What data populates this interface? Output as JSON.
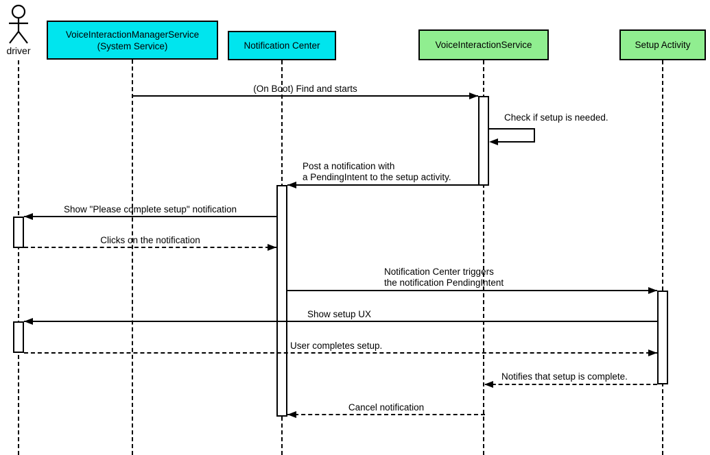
{
  "diagram_type": "uml-sequence-diagram",
  "actor": {
    "label": "driver"
  },
  "participants": [
    {
      "name": "VoiceInteractionManagerService\n(System Service)",
      "fill": "#00E5EE"
    },
    {
      "name": "Notification Center",
      "fill": "#00E5EE"
    },
    {
      "name": "VoiceInteractionService",
      "fill": "#90EE90"
    },
    {
      "name": "Setup Activity",
      "fill": "#90EE90"
    }
  ],
  "colors": {
    "system_participant": "#00E5EE",
    "app_participant": "#90EE90",
    "line": "#000000",
    "background": "#FFFFFF"
  },
  "messages": [
    {
      "text": "(On Boot) Find and starts",
      "from": "VoiceInteractionManagerService (System Service)",
      "to": "VoiceInteractionService",
      "line": "solid"
    },
    {
      "text": "Check if setup is needed.",
      "from": "VoiceInteractionService",
      "to": "VoiceInteractionService",
      "line": "self"
    },
    {
      "text": "Post a notification with\na PendingIntent to the setup activity.",
      "from": "VoiceInteractionService",
      "to": "Notification Center",
      "line": "solid"
    },
    {
      "text": "Show \"Please complete setup\" notification",
      "from": "Notification Center",
      "to": "driver",
      "line": "solid"
    },
    {
      "text": "Clicks on the notification",
      "from": "driver",
      "to": "Notification Center",
      "line": "dashed"
    },
    {
      "text": "Notification Center triggers\nthe notification PendingIntent",
      "from": "Notification Center",
      "to": "Setup Activity",
      "line": "solid"
    },
    {
      "text": "Show setup UX",
      "from": "Setup Activity",
      "to": "driver",
      "line": "solid"
    },
    {
      "text": "User completes setup.",
      "from": "driver",
      "to": "Setup Activity",
      "line": "dashed"
    },
    {
      "text": "Notifies that setup is complete.",
      "from": "Setup Activity",
      "to": "VoiceInteractionService",
      "line": "dashed"
    },
    {
      "text": "Cancel notification",
      "from": "VoiceInteractionService",
      "to": "Notification Center",
      "line": "dashed"
    }
  ]
}
